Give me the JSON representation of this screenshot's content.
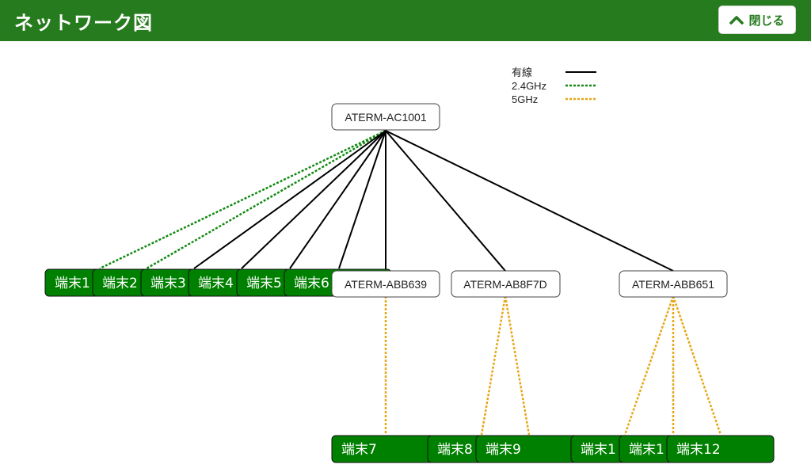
{
  "header": {
    "title": "ネットワーク図",
    "close_label": "閉じる",
    "bg_color": "#267b1e"
  },
  "legend": {
    "wired": "有線",
    "wifi24": "2.4GHz",
    "wifi5": "5GHz"
  },
  "colors": {
    "wired": "#000000",
    "wifi24": "#138a13",
    "wifi5": "#e6a817",
    "terminal": "#008000"
  },
  "routers": {
    "main": "ATERM-AC1001",
    "sub1": "ATERM-ABB639",
    "sub2": "ATERM-AB8F7D",
    "sub3": "ATERM-ABB651"
  },
  "terminals": {
    "t1": "端末1",
    "t2": "端末2",
    "t3": "端末3",
    "t4": "端末4",
    "t5": "端末5",
    "t6": "端末6",
    "t7": "端末7",
    "t8": "端末8",
    "t9": "端末9",
    "t10": "端末1",
    "t11": "端末1",
    "t12": "端末12"
  }
}
